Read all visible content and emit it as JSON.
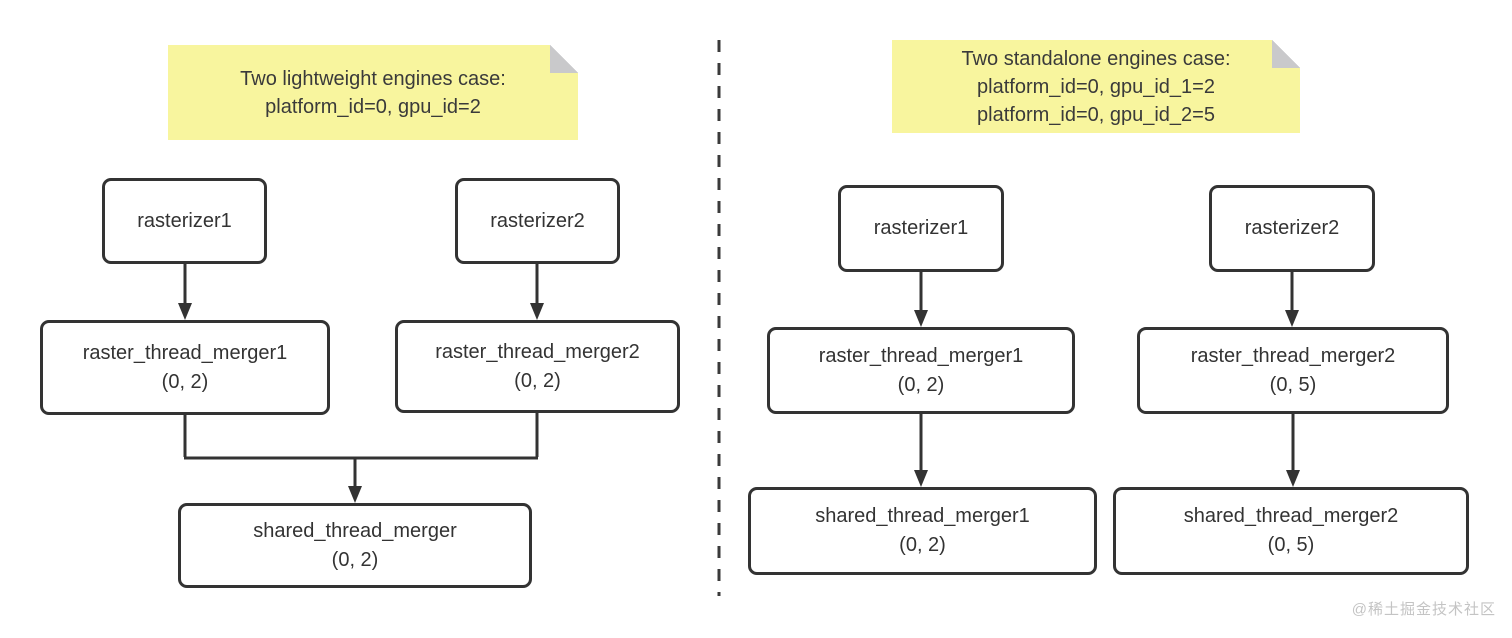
{
  "left": {
    "note_lines": [
      "Two lightweight engines case:",
      "platform_id=0, gpu_id=2"
    ],
    "rasterizer1": "rasterizer1",
    "rasterizer2": "rasterizer2",
    "merger1_label": "raster_thread_merger1",
    "merger1_sub": "(0, 2)",
    "merger2_label": "raster_thread_merger2",
    "merger2_sub": "(0, 2)",
    "shared_label": "shared_thread_merger",
    "shared_sub": "(0, 2)"
  },
  "right": {
    "note_lines": [
      "Two standalone engines case:",
      "platform_id=0, gpu_id_1=2",
      "platform_id=0, gpu_id_2=5"
    ],
    "rasterizer1": "rasterizer1",
    "rasterizer2": "rasterizer2",
    "merger1_label": "raster_thread_merger1",
    "merger1_sub": "(0, 2)",
    "merger2_label": "raster_thread_merger2",
    "merger2_sub": "(0, 5)",
    "shared1_label": "shared_thread_merger1",
    "shared1_sub": "(0, 2)",
    "shared2_label": "shared_thread_merger2",
    "shared2_sub": "(0, 5)"
  },
  "watermark": "@稀土掘金技术社区",
  "colors": {
    "note_bg": "#f8f59e",
    "note_fold": "#c9c9cb",
    "box_border": "#333333",
    "line": "#333333",
    "text": "#333333",
    "watermark": "#c4c4c4",
    "background": "#ffffff"
  }
}
